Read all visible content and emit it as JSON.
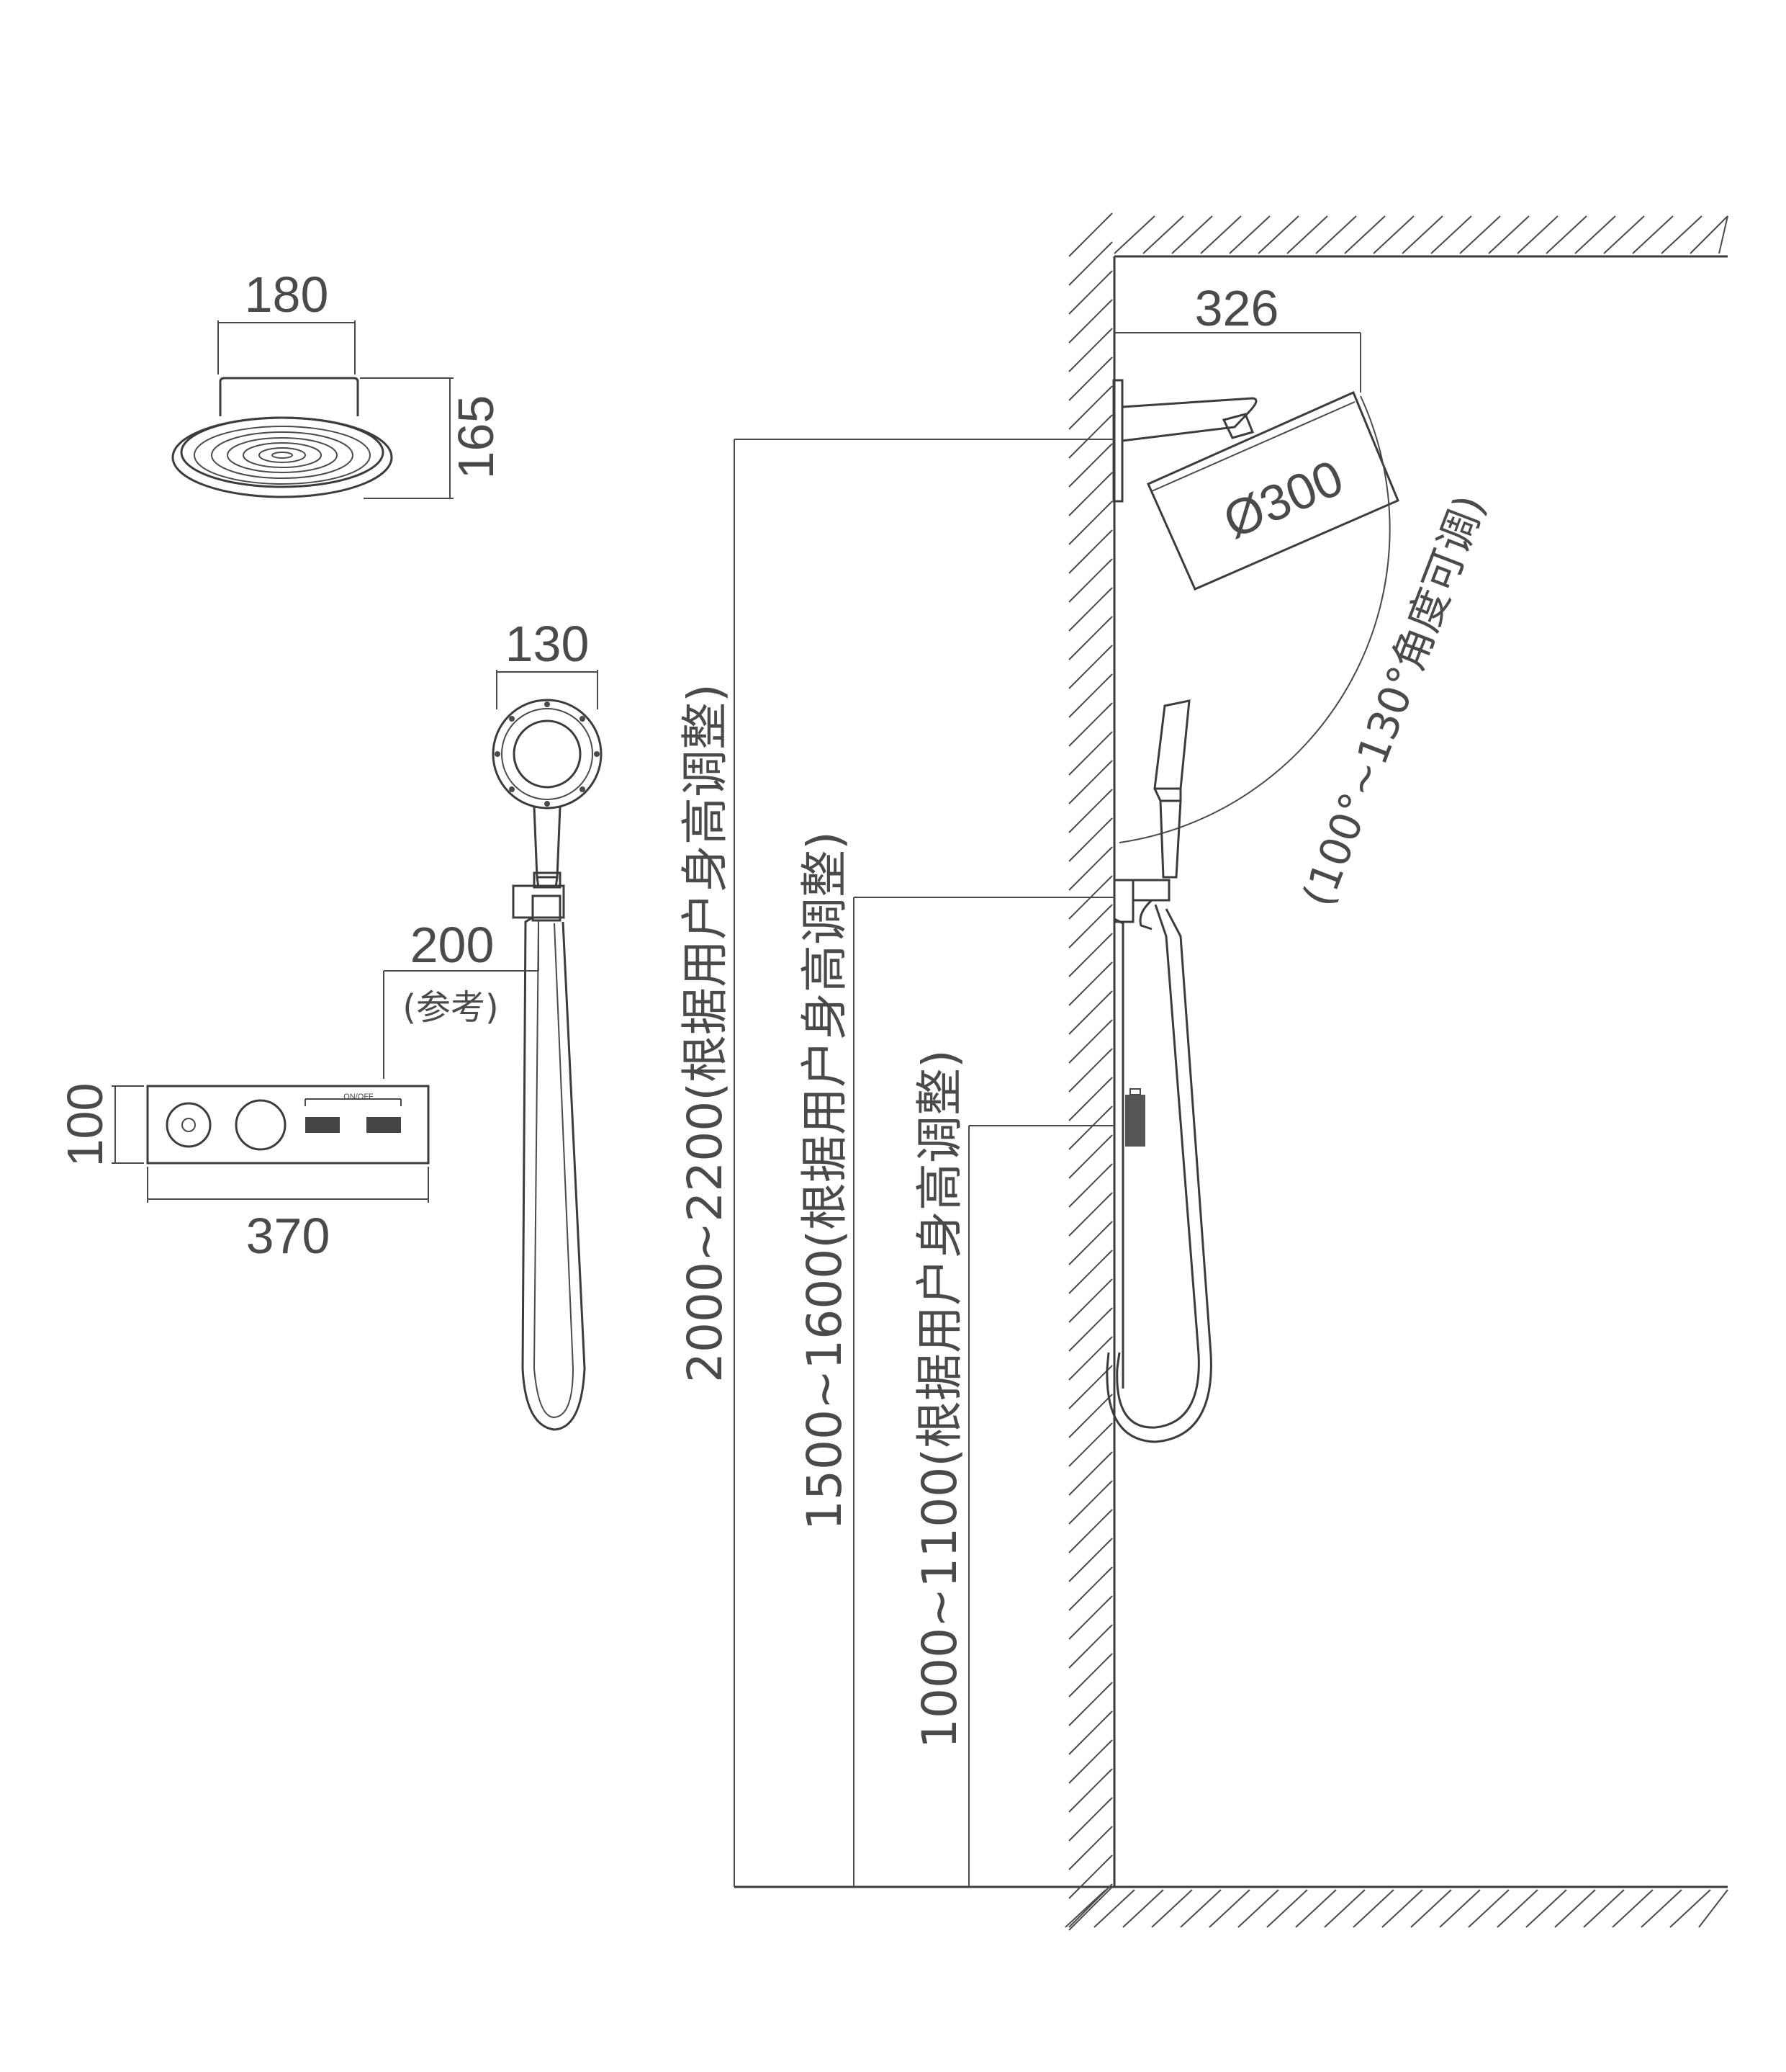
{
  "colors": {
    "line": "#3c3c3c",
    "text": "#4a4a4a",
    "background": "#ffffff"
  },
  "labels": {
    "head_width": "180",
    "head_height": "165",
    "handheld_width": "130",
    "hose_offset": "200",
    "hose_offset_note": "(参考)",
    "panel_height": "100",
    "panel_width": "370",
    "panel_button_label": "ON/OFF",
    "arm_length": "326",
    "head_diameter": "Ø300",
    "angle_note": "(100°~130°角度可调)",
    "height_overhead": "2000~2200(根据用户身高调整)",
    "height_handheld": "1500~1600(根据用户身高调整)",
    "height_panel": "1000~1100(根据用户身高调整)"
  }
}
